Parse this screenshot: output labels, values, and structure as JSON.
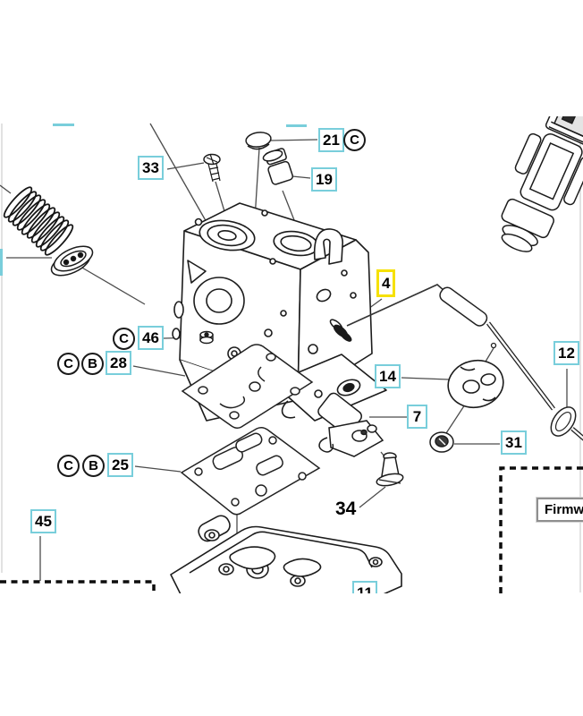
{
  "diagram": {
    "accent_color": "#79cedb",
    "highlight_color": "#f6e100",
    "callouts": {
      "33": {
        "num": "33"
      },
      "21": {
        "num": "21",
        "letter": "C"
      },
      "19": {
        "num": "19"
      },
      "46": {
        "num": "46",
        "letter": "C"
      },
      "28": {
        "num": "28",
        "letter_a": "C",
        "letter_b": "B"
      },
      "25": {
        "num": "25",
        "letter_a": "C",
        "letter_b": "B"
      },
      "45": {
        "num": "45"
      },
      "4": {
        "num": "4",
        "highlighted": true
      },
      "14": {
        "num": "14"
      },
      "12": {
        "num": "12"
      },
      "7": {
        "num": "7"
      },
      "31": {
        "num": "31"
      },
      "34": {
        "num": "34"
      },
      "11": {
        "num": "11"
      }
    },
    "firmware_box": {
      "label": "Firmw"
    }
  }
}
